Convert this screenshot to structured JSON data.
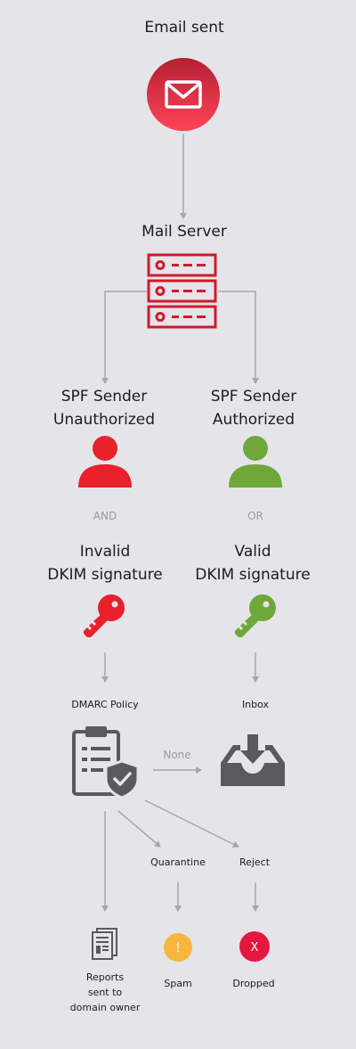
{
  "diagram": {
    "email_sent": "Email sent",
    "mail_server": "Mail Server",
    "spf_unauth_line1": "SPF Sender",
    "spf_unauth_line2": "Unauthorized",
    "spf_auth_line1": "SPF Sender",
    "spf_auth_line2": "Authorized",
    "and_label": "AND",
    "or_label": "OR",
    "invalid_line1": "Invalid",
    "invalid_line2": "DKIM signature",
    "valid_line1": "Valid",
    "valid_line2": "DKIM signature",
    "dmarc_policy": "DMARC Policy",
    "inbox": "Inbox",
    "none_label": "None",
    "quarantine": "Quarantine",
    "reject": "Reject",
    "reports_line1": "Reports",
    "reports_line2": "sent to",
    "reports_line3": "domain owner",
    "spam": "Spam",
    "dropped": "Dropped",
    "spam_symbol": "!",
    "dropped_symbol": "X"
  },
  "colors": {
    "red": "#e8212d",
    "green": "#6fa83a",
    "dark_icon": "#5a5a5e",
    "arrow": "#a6a6ab",
    "background": "#e4e4e9",
    "spam": "#f6b73c",
    "dropped": "#e5173f"
  },
  "icons": {
    "email": "envelope-icon",
    "server": "server-rack-icon",
    "unauthorized_user": "user-icon",
    "authorized_user": "user-icon",
    "invalid_key": "key-icon",
    "valid_key": "key-icon",
    "dmarc": "clipboard-shield-icon",
    "inbox": "inbox-tray-icon",
    "reports": "report-document-icon"
  }
}
